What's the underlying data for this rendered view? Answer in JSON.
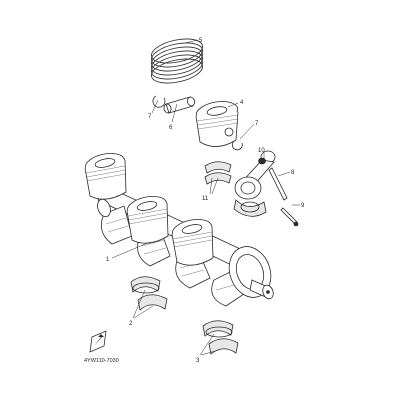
{
  "callouts": {
    "c1": "1",
    "c2": "2",
    "c3": "3",
    "c4": "4",
    "c5": "5",
    "c6": "6",
    "c7a": "7",
    "c7b": "7",
    "c8": "8",
    "c9": "9",
    "c10": "10",
    "c11": "11"
  },
  "diagram_code": "4YW110-7030",
  "colors": {
    "line": "#2a2a2a",
    "background": "#ffffff",
    "shade": "#e8e8e8"
  },
  "icons": {
    "corner_badge": "front-arrow-icon"
  }
}
